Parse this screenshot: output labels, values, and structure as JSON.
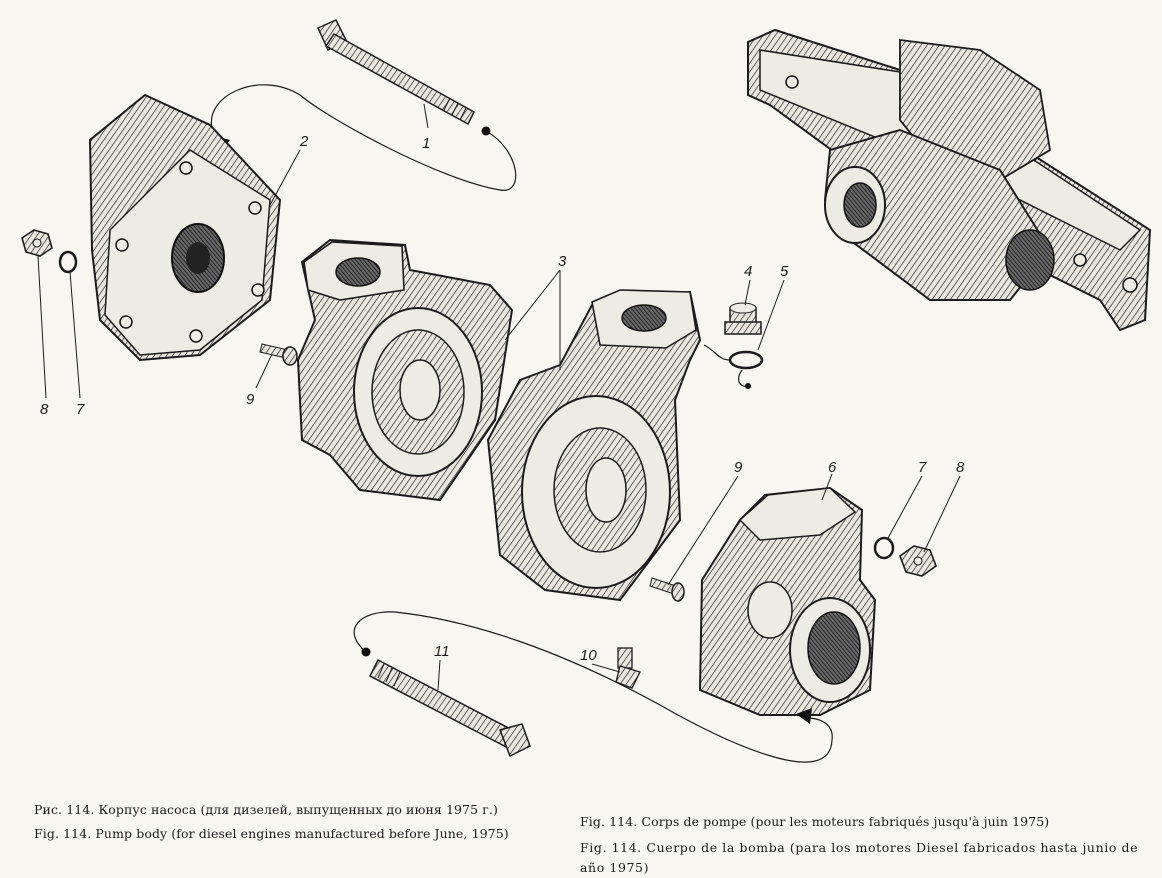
{
  "figure": {
    "callouts": [
      {
        "id": "c1",
        "label": "1"
      },
      {
        "id": "c2",
        "label": "2"
      },
      {
        "id": "c3",
        "label": "3"
      },
      {
        "id": "c4",
        "label": "4"
      },
      {
        "id": "c5",
        "label": "5"
      },
      {
        "id": "c6",
        "label": "6"
      },
      {
        "id": "c7a",
        "label": "7"
      },
      {
        "id": "c7b",
        "label": "7"
      },
      {
        "id": "c8a",
        "label": "8"
      },
      {
        "id": "c8b",
        "label": "8"
      },
      {
        "id": "c9a",
        "label": "9"
      },
      {
        "id": "c9b",
        "label": "9"
      },
      {
        "id": "c10",
        "label": "10"
      },
      {
        "id": "c11",
        "label": "11"
      }
    ]
  },
  "captions": {
    "ru": "Рис. 114. Корпус насоса (для дизелей, выпущенных до июня 1975 г.)",
    "en": "Fig. 114. Pump body (for diesel engines manufactured before June, 1975)",
    "fr": "Fig. 114. Corps de pompe (pour les moteurs fabriqués jusqu'à juin 1975)",
    "es": "Fig. 114. Cuerpo de la bomba (para los motores Diesel fabricados hasta junio de año 1975)"
  }
}
